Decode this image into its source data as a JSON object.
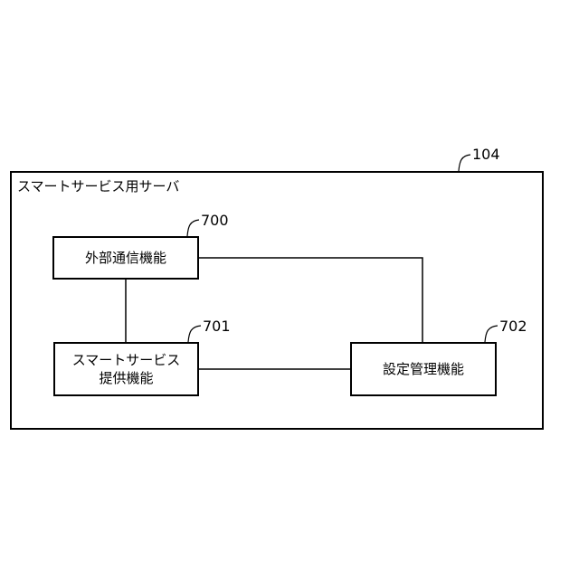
{
  "system": {
    "label": "スマートサービス用サーバ",
    "ref": "104"
  },
  "blocks": [
    {
      "id": "700",
      "ref": "700",
      "lines": [
        "外部通信機能"
      ]
    },
    {
      "id": "701",
      "ref": "701",
      "lines": [
        "スマートサービス",
        "提供機能"
      ]
    },
    {
      "id": "702",
      "ref": "702",
      "lines": [
        "設定管理機能"
      ]
    }
  ],
  "connections": [
    {
      "from": "700",
      "to": "701"
    },
    {
      "from": "700",
      "to": "702"
    },
    {
      "from": "701",
      "to": "702"
    }
  ]
}
